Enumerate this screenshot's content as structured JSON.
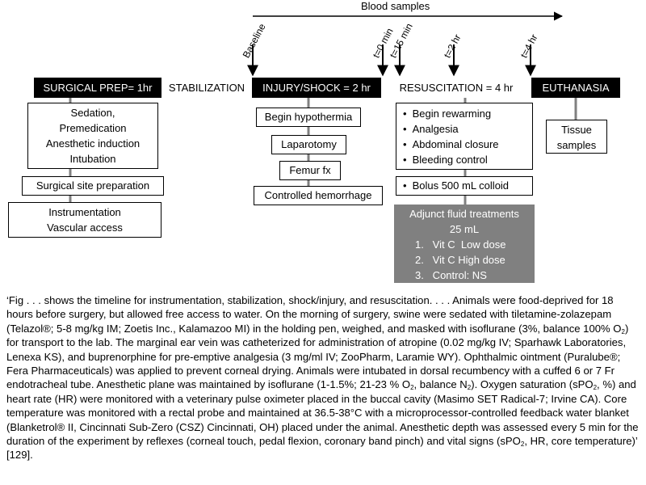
{
  "blood_samples": "Blood samples",
  "time_points": {
    "baseline": "Baseline",
    "t0": "t=0 min",
    "t15": "t=15 min",
    "t2": "t=2 hr",
    "t4": "t=4 hr"
  },
  "phases": {
    "surgical_prep": "SURGICAL PREP= 1hr",
    "stabilization": "STABILIZATION",
    "injury_shock": "INJURY/SHOCK = 2 hr",
    "resuscitation": "RESUSCITATION = 4 hr",
    "euthanasia": "EUTHANASIA"
  },
  "prep_steps": {
    "box1": [
      "Sedation,",
      "Premedication",
      "Anesthetic induction",
      "Intubation"
    ],
    "box2": "Surgical site preparation",
    "box3": [
      "Instrumentation",
      "Vascular access"
    ]
  },
  "injury_steps": [
    "Begin hypothermia",
    "Laparotomy",
    "Femur fx",
    "Controlled hemorrhage"
  ],
  "resus_steps": {
    "bullets": [
      "Begin rewarming",
      "Analgesia",
      "Abdominal closure",
      "Bleeding control"
    ],
    "bolus": "Bolus 500 mL colloid",
    "adjunct_title": [
      "Adjunct fluid treatments",
      "25 mL"
    ],
    "adjunct_items": [
      "1.   Vit C  Low dose",
      "2.   Vit C High dose",
      "3.   Control: NS"
    ]
  },
  "euthanasia_steps": [
    "Tissue",
    "samples"
  ],
  "caption": {
    "p1": "‘Fig . . . shows the timeline for instrumentation, stabilization, shock/injury, and resuscitation. . . . Animals were food-deprived for 18 hours before surgery, but allowed free access to water. On the morning of surgery, swine were sedated with tiletamine-zolazepam (Telazol®; 5-8 mg/kg IM; Zoetis Inc., Kalamazoo MI) in the holding pen, weighed, and masked with isoflurane (3%, balance 100% O",
    "sub1": "2",
    "p2": ") for transport to the lab. The marginal ear vein was catheterized for administration of atropine (0.02 mg/kg IV; Sparhawk Laboratories, Lenexa KS), and buprenorphine for pre-emptive analgesia (3 mg/ml IV; ZooPharm, Laramie WY). Ophthalmic ointment (Puralube®; Fera Pharmaceuticals) was applied to prevent corneal drying. Animals were intubated in dorsal recumbency with a cuffed 6 or 7 Fr endotracheal tube. Anesthetic plane was maintained by isoflurane (1-1.5%; 21-23 % O",
    "sub2": "2",
    "p3": ", balance N",
    "sub3": "2",
    "p4": "). Oxygen saturation (sPO",
    "sub4": "2",
    "p5": ", %) and heart rate (HR) were monitored with a veterinary pulse oximeter placed in the buccal cavity (Masimo SET Radical-7; Irvine CA). Core temperature was monitored with a rectal probe and maintained at 36.5-38°C with a microprocessor-controlled feedback water blanket (Blanketrol® II, Cincinnati Sub-Zero (CSZ) Cincinnati, OH) placed under the animal. Anesthetic depth was assessed every 5 min for the duration of the experiment by reflexes (corneal touch, pedal flexion, coronary band pinch) and vital signs (sPO",
    "sub5": "2",
    "p6": ", HR, core temperature)’ [129]."
  },
  "colors": {
    "bar_dark": "#000000",
    "adjunct_grey": "#808080",
    "connector_grey": "#808080"
  }
}
